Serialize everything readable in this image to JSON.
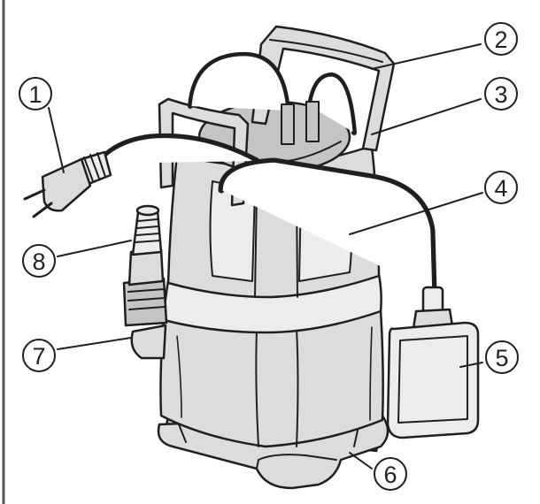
{
  "callouts": [
    {
      "id": "1",
      "label": "1"
    },
    {
      "id": "2",
      "label": "2"
    },
    {
      "id": "3",
      "label": "3"
    },
    {
      "id": "4",
      "label": "4"
    },
    {
      "id": "5",
      "label": "5"
    },
    {
      "id": "6",
      "label": "6"
    },
    {
      "id": "7",
      "label": "7"
    },
    {
      "id": "8",
      "label": "8"
    }
  ],
  "colors": {
    "ink": "#1f1f1f",
    "body_shade": "#dcdcdc",
    "background": "#ffffff"
  }
}
